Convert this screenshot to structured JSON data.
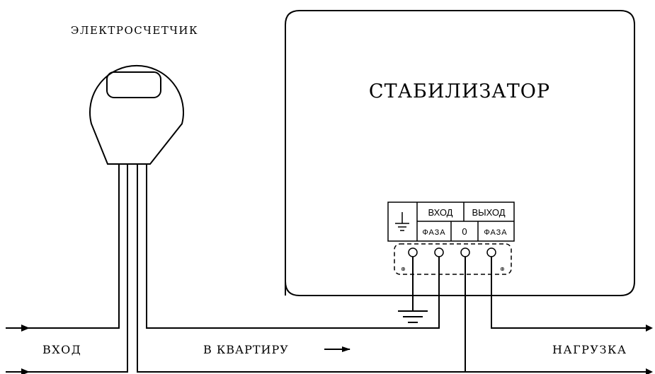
{
  "meter": {
    "label": "ЭЛЕКТРОСЧЕТЧИК"
  },
  "stabilizer": {
    "title": "СТАБИЛИЗАТОР",
    "terminal_block": {
      "input_header": "ВХОД",
      "output_header": "ВЫХОД",
      "phase_in": "ФАЗА",
      "neutral": "0",
      "phase_out": "ФАЗА"
    }
  },
  "labels": {
    "input": "ВХОД",
    "to_apartment": "В КВАРТИРУ",
    "load": "НАГРУЗКА"
  },
  "icons": {
    "ground": "ground-icon",
    "arrow": "arrow-right-icon"
  },
  "colors": {
    "line": "#000000",
    "background": "#ffffff"
  }
}
